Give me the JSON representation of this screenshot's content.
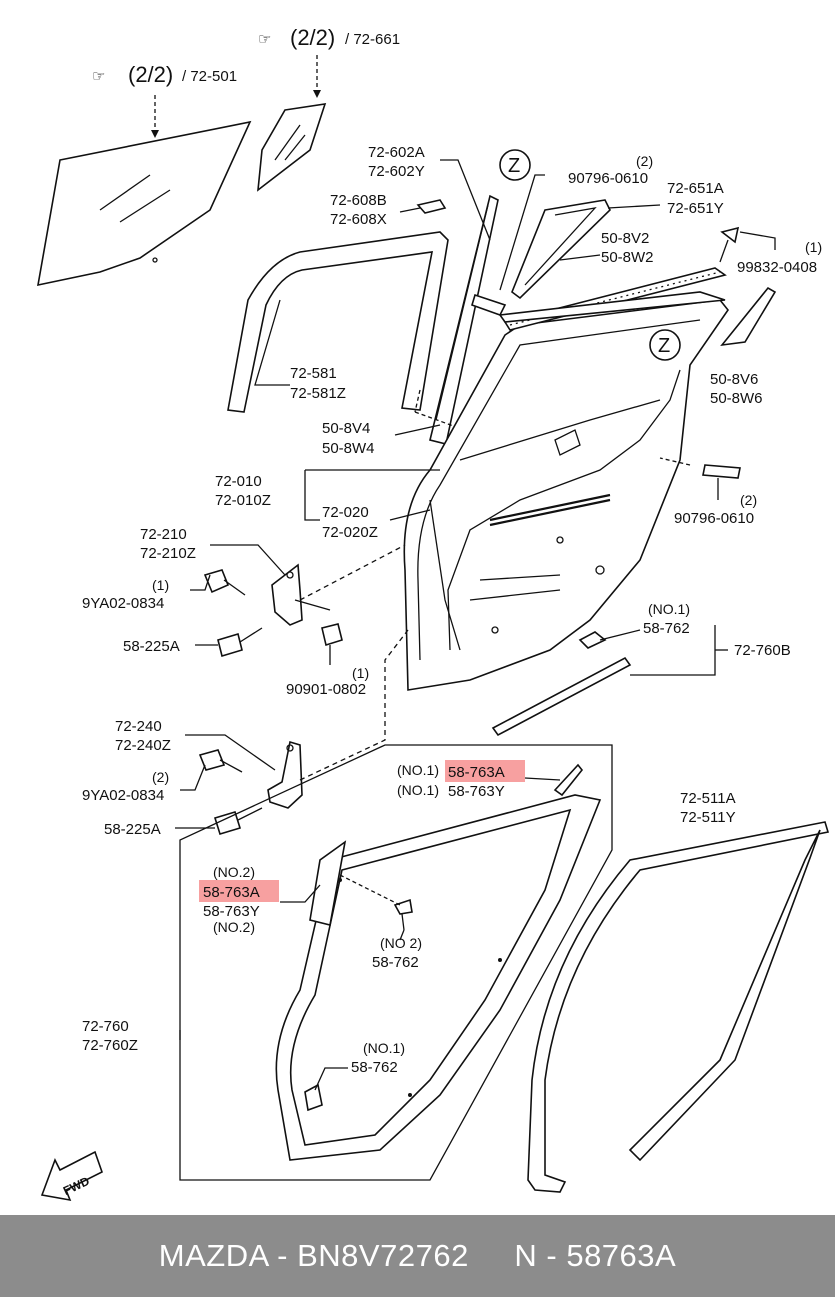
{
  "labels": {
    "ref_72_661": "(2/2)",
    "ref_72_661_num": "/ 72-661",
    "ref_72_501": "(2/2)",
    "ref_72_501_num": "/ 72-501",
    "l_72_602A": "72-602A",
    "l_72_602Y": "72-602Y",
    "z_upper": "Z",
    "z_lower": "Z",
    "qty_90796_top": "(2)",
    "l_90796_top": "90796-0610",
    "l_72_651A": "72-651A",
    "l_72_651Y": "72-651Y",
    "l_72_608B": "72-608B",
    "l_72_608X": "72-608X",
    "l_50_8V2": "50-8V2",
    "l_50_8W2": "50-8W2",
    "qty_99832": "(1)",
    "l_99832": "99832-0408",
    "l_72_581": "72-581",
    "l_72_581Z": "72-581Z",
    "l_50_8V6": "50-8V6",
    "l_50_8W6": "50-8W6",
    "l_50_8V4": "50-8V4",
    "l_50_8W4": "50-8W4",
    "l_72_010": "72-010",
    "l_72_010Z": "72-010Z",
    "l_72_020": "72-020",
    "l_72_020Z": "72-020Z",
    "l_90796_bot": "90796-0610",
    "qty_90796_bot": "(2)",
    "l_72_210": "72-210",
    "l_72_210Z": "72-210Z",
    "qty_9YA02_a": "(1)",
    "l_9YA02_a": "9YA02-0834",
    "l_58_225A_a": "58-225A",
    "qty_90901": "(1)",
    "l_90901": "90901-0802",
    "no1_a": "(NO.1)",
    "l_58_762_a": "58-762",
    "l_72_760B": "72-760B",
    "l_72_240": "72-240",
    "l_72_240Z": "72-240Z",
    "qty_9YA02_b": "(2)",
    "l_9YA02_b": "9YA02-0834",
    "l_58_225A_b": "58-225A",
    "no1_b": "(NO.1)",
    "l_58_763A_a": "58-763A",
    "no1_c": "(NO.1)",
    "l_58_763Y_a": "58-763Y",
    "l_72_511A": "72-511A",
    "l_72_511Y": "72-511Y",
    "no2_a": "(NO.2)",
    "l_58_763A_b": "58-763A",
    "l_58_763Y_b": "58-763Y",
    "no2_b": "(NO.2)",
    "no2_c": "(NO 2)",
    "l_58_762_b": "58-762",
    "l_72_760": "72-760",
    "l_72_760Z": "72-760Z",
    "no1_d": "(NO.1)",
    "l_58_762_c": "58-762",
    "fwd": "FWD"
  },
  "highlight_color": "#f7a0a0",
  "footer": {
    "left": "MAZDA - BN8V72762",
    "right": "N - 58763A",
    "background": "#8c8c8c"
  }
}
